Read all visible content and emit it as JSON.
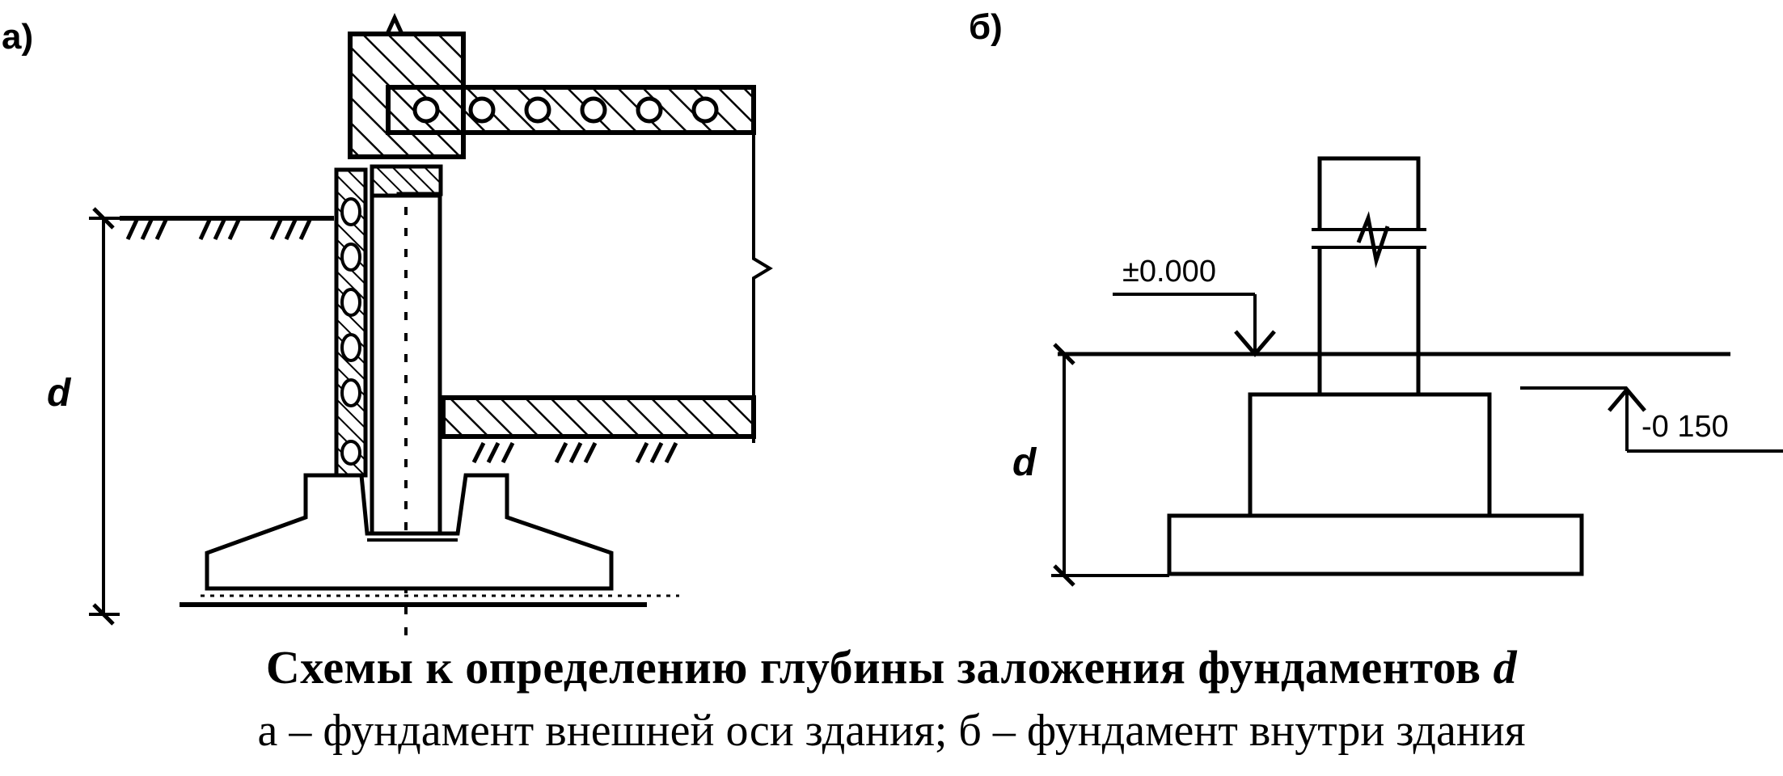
{
  "panels": {
    "a": {
      "label": "а)",
      "depth_symbol": "d"
    },
    "b": {
      "label": "б)",
      "depth_symbol": "d",
      "ground_mark": "±0.000",
      "floor_mark": "-0 150"
    }
  },
  "caption": {
    "title_text": "Схемы к определению глубины заложения фундаментов",
    "title_var": "d",
    "subtitle": "а – фундамент внешней оси здания; б – фундамент внутри здания"
  },
  "colors": {
    "ink": "#000000",
    "paper": "#ffffff"
  }
}
